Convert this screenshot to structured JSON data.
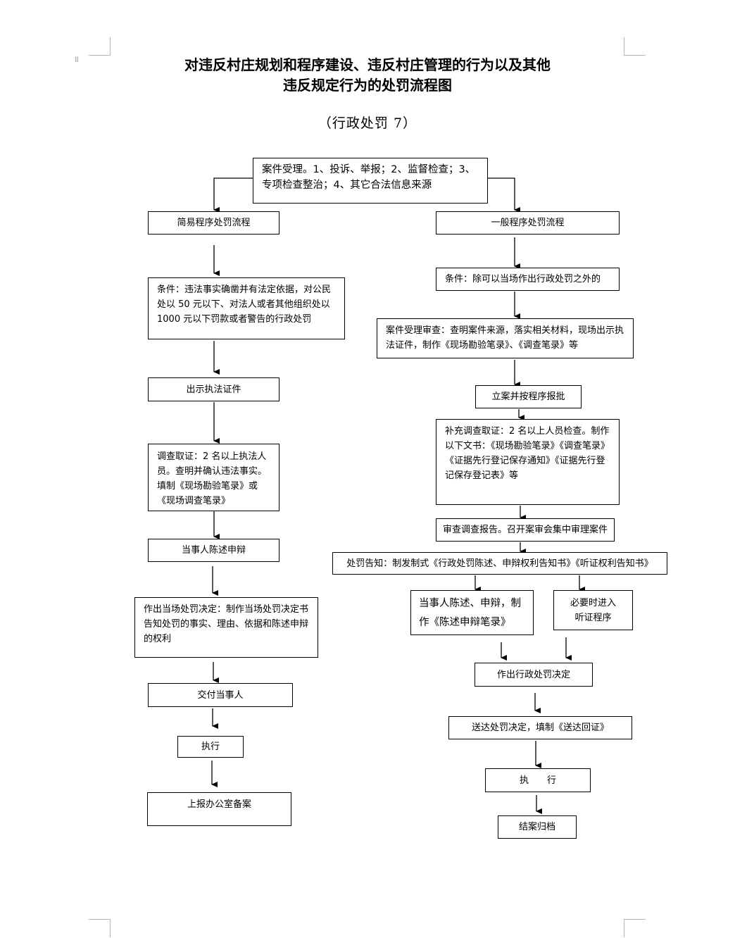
{
  "title": {
    "line1": "对违反村庄规划和程序建设、违反村庄管理的行为以及其他",
    "line2": "违反规定行为的处罚流程图",
    "subtitle": "（行政处罚 7）"
  },
  "start": {
    "line1": "案件受理。1、投诉、举报；2、监督检查；3、",
    "line2": "专项检查整治；4、其它合法信息来源"
  },
  "left": {
    "header": "简易程序处罚流程",
    "condition": "条件：违法事实确凿并有法定依据，对公民处以 50 元以下、对法人或者其他组织处以 1000 元以下罚款或者警告的行政处罚",
    "show_id": "出示执法证件",
    "investigate": "调查取证：2 名以上执法人员。查明并确认违法事实。填制《现场勘验笔录》或《现场调查笔录》",
    "statement": "当事人陈述申辩",
    "decision": "作出当场处罚决定：制作当场处罚决定书告知处罚的事实、理由、依据和陈述申辩的权利",
    "deliver": "交付当事人",
    "execute": "执行",
    "report": "上报办公室备案"
  },
  "right": {
    "header": "一般程序处罚流程",
    "condition": "条件：除可以当场作出行政处罚之外的",
    "review": "案件受理审查：查明案件来源，落实相关材料，现场出示执法证件，制作《现场勘验笔录》、《调查笔录》等",
    "register": "立案并按程序报批",
    "supplement": "补充调查取证：2 名以上人员检查。制作以下文书：《现场勘验笔录》《调查笔录》《证据先行登记保存通知》《证据先行登记保存登记表》等",
    "audit": "审查调查报告。召开案审会集中审理案件",
    "notice": "处罚告知：制发制式《行政处罚陈述、申辩权利告知书》《听证权利告知书》",
    "statement_line1": "当事人陈述、申辩，制",
    "statement_line2": "作《陈述申辩笔录》",
    "hearing_line1": "必要时进入",
    "hearing_line2": "听证程序",
    "decision": "作出行政处罚决定",
    "serve": "送达处罚决定，填制《送达回证》",
    "execute": "执　　行",
    "archive": "结案归档"
  }
}
